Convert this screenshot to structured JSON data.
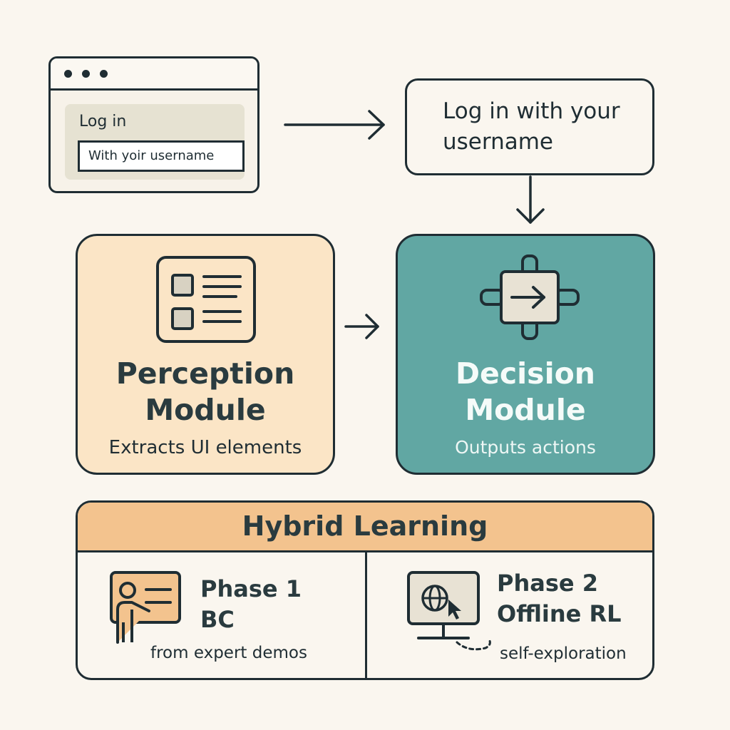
{
  "browser_mock": {
    "title": "Log in",
    "input_value": "With yoir username"
  },
  "instruction": {
    "line1": "Log in with your",
    "line2": "username"
  },
  "perception_module": {
    "title_line1": "Perception",
    "title_line2": "Module",
    "subtitle": "Extracts UI elements",
    "color": "#fbe5c6",
    "icon": "ui-list-icon"
  },
  "decision_module": {
    "title_line1": "Decision",
    "title_line2": "Module",
    "subtitle": "Outputs actions",
    "color": "#61a7a3",
    "icon": "arrow-action-icon"
  },
  "hybrid_learning": {
    "title": "Hybrid Learning",
    "header_color": "#f3c38e",
    "phase1": {
      "title_line1": "Phase 1",
      "title_line2": "BC",
      "subtitle": "from expert demos",
      "icon": "instructor-icon"
    },
    "phase2": {
      "title_line1": "Phase 2",
      "title_line2": "Offline RL",
      "subtitle": "self-exploration",
      "icon": "globe-monitor-icon"
    }
  }
}
